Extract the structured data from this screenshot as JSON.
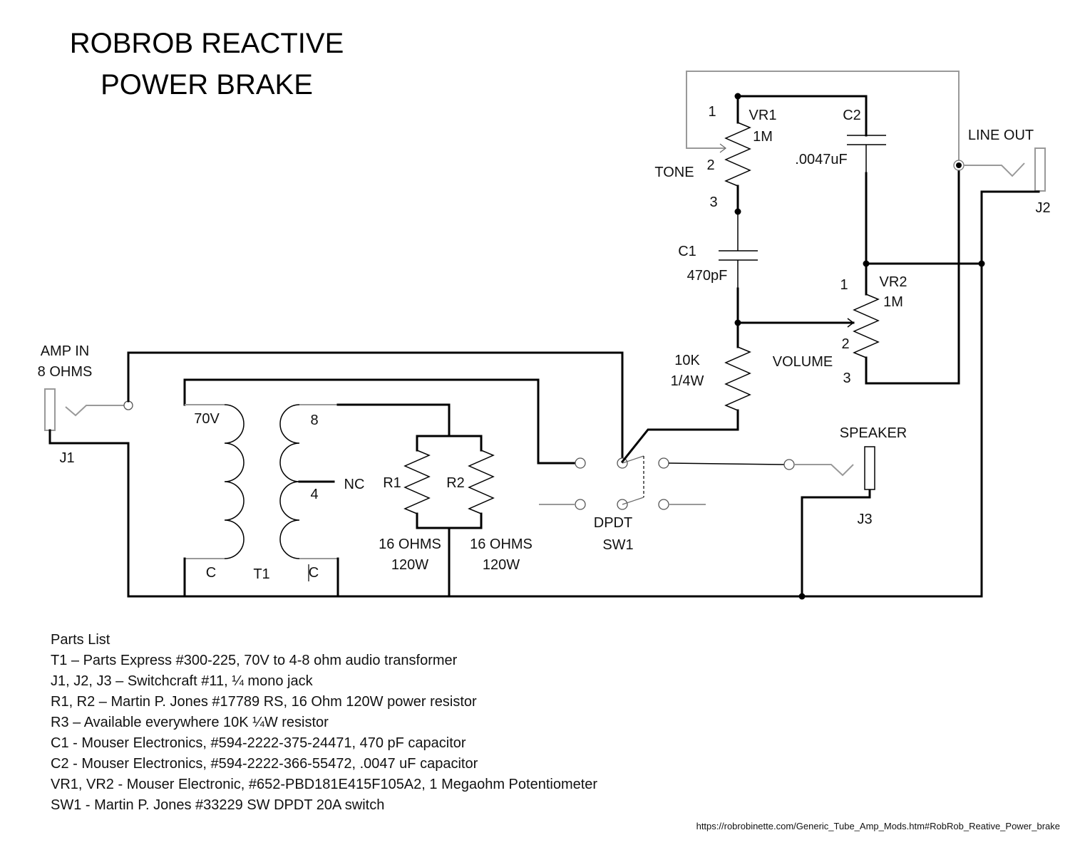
{
  "title": {
    "line1": "ROBROB REACTIVE",
    "line2": "POWER BRAKE"
  },
  "labels": {
    "amp_in": "AMP IN",
    "amp_in_ohms": "8 OHMS",
    "j1": "J1",
    "j2": "J2",
    "j3": "J3",
    "line_out": "LINE OUT",
    "speaker": "SPEAKER",
    "t1": "T1",
    "t1_primary_top": "70V",
    "t1_primary_bottom": "C",
    "t1_secondary_top": "8",
    "t1_secondary_tap": "4",
    "t1_secondary_bottom": "C",
    "nc": "NC",
    "r1": "R1",
    "r2": "R2",
    "r1_value": "16 OHMS",
    "r1_power": "120W",
    "r2_value": "16 OHMS",
    "r2_power": "120W",
    "sw1_type": "DPDT",
    "sw1": "SW1",
    "r3_value": "10K",
    "r3_power": "1/4W",
    "vr1": "VR1",
    "vr1_value": "1M",
    "vr1_name": "TONE",
    "vr1_pin1": "1",
    "vr1_pin2": "2",
    "vr1_pin3": "3",
    "c1": "C1",
    "c1_value": "470pF",
    "c2": "C2",
    "c2_value": ".0047uF",
    "vr2": "VR2",
    "vr2_value": "1M",
    "vr2_name": "VOLUME",
    "vr2_pin1": "1",
    "vr2_pin2": "2",
    "vr2_pin3": "3"
  },
  "parts_list": {
    "heading": "Parts List",
    "items": [
      "T1 – Parts Express #300-225, 70V to 4-8 ohm audio transformer",
      "J1, J2, J3 – Switchcraft #11, ¼ mono jack",
      "R1, R2 – Martin P. Jones #17789 RS, 16 Ohm 120W power resistor",
      "R3 – Available everywhere 10K ¼W resistor",
      "C1 -  Mouser Electronics, #594-2222-375-24471, 470 pF capacitor",
      "C2 - Mouser Electronics, #594-2222-366-55472, .0047 uF capacitor",
      "VR1, VR2 - Mouser Electronic, #652-PBD181E415F105A2, 1 Megaohm Potentiometer",
      "SW1 - Martin P. Jones #33229 SW DPDT 20A switch"
    ]
  },
  "source_url": "https://robrobinette.com/Generic_Tube_Amp_Mods.htm#RobRob_Reative_Power_brake"
}
